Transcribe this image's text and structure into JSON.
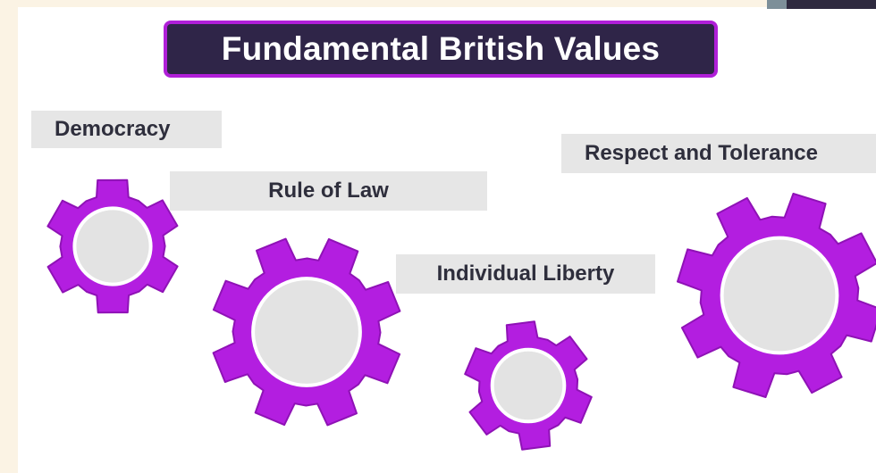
{
  "title": "Fundamental British Values",
  "colors": {
    "gear": "#b31ee0",
    "gear_outline": "#8f12b6",
    "gear_center": "#e3e3e3",
    "ring": "#ffffff",
    "title_bg": "#2f2548",
    "title_border": "#b01fd8",
    "label_bg": "#e6e6e6"
  },
  "values": [
    {
      "id": "democracy",
      "label": "Democracy"
    },
    {
      "id": "rule",
      "label": "Rule of Law"
    },
    {
      "id": "liberty",
      "label": "Individual Liberty"
    },
    {
      "id": "respect",
      "label": "Respect and Tolerance"
    }
  ]
}
